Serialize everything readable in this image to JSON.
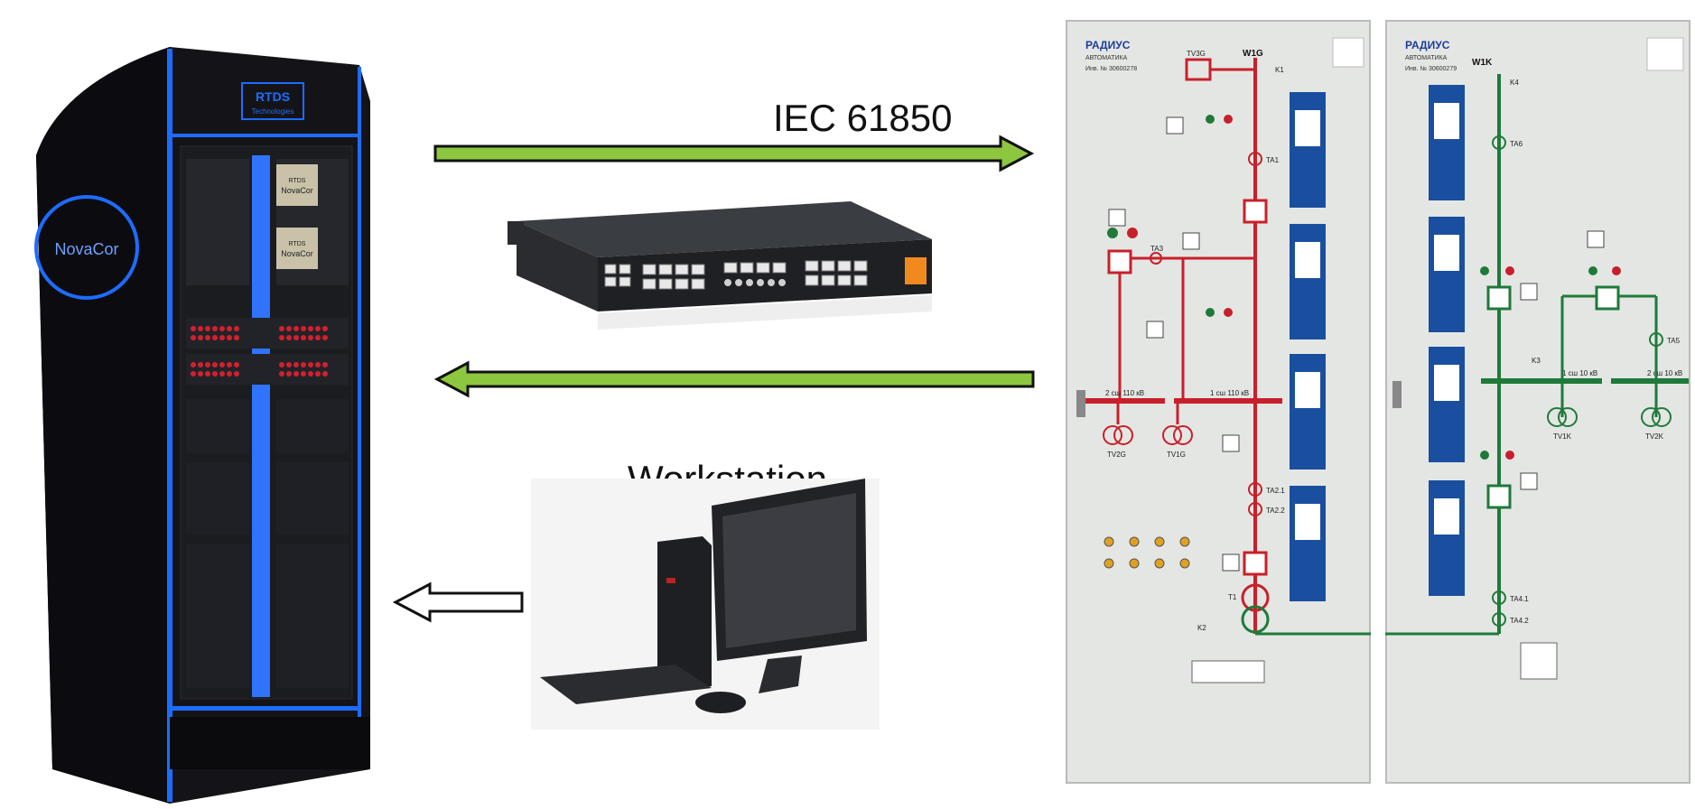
{
  "labels": {
    "protocol": "IEC 61850",
    "workstation": "Workstation"
  },
  "rtds": {
    "brand_logo": "RTDS",
    "brand_logo_sub": "Technologies",
    "side_logo": "NovaCor",
    "screen_text": "NovaCor",
    "screen_top": "RTDS"
  },
  "panel1": {
    "header_logo": "РАДИУС",
    "header_sub": "АВТОМАТИКА",
    "inventory": "Инв. № 30600278",
    "line_name": "W1G",
    "labels": {
      "tv3g": "TV3G",
      "k1": "K1",
      "ta1": "TA1",
      "ta3": "TA3",
      "bus2": "2 сш 110 кВ",
      "bus1": "1 сш 110 кВ",
      "tv2g": "TV2G",
      "tv1g": "TV1G",
      "ta21": "TA2.1",
      "ta22": "TA2.2",
      "t1": "T1",
      "k2": "K2"
    }
  },
  "panel2": {
    "header_logo": "РАДИУС",
    "header_sub": "АВТОМАТИКА",
    "inventory": "Инв. № 30600279",
    "line_name": "W1K",
    "labels": {
      "k4": "K4",
      "ta6": "TA6",
      "ta5": "TA5",
      "k3": "K3",
      "bus1": "1 сш 10 кВ",
      "bus2": "2 сш 10 кВ",
      "tv1k": "TV1K",
      "tv2k": "TV2K",
      "ta41": "TA4.1",
      "ta42": "TA4.2"
    }
  },
  "colors": {
    "arrow_green": "#8dc63f",
    "rtds_blue": "#1e6cff",
    "panel_red": "#c8202a",
    "panel_green": "#1f7a3a",
    "relay_blue": "#1a4fa0"
  }
}
